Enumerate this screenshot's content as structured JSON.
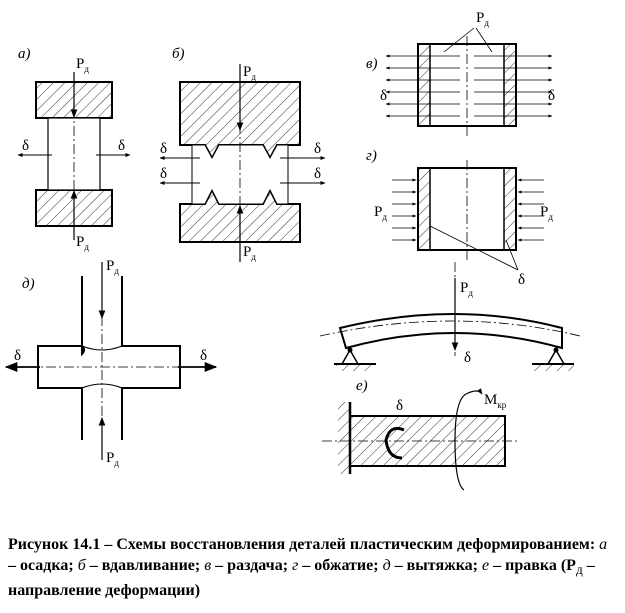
{
  "labels": {
    "a": "а)",
    "b": "б)",
    "v": "в)",
    "g": "г)",
    "d": "д)",
    "e": "е)"
  },
  "symbols": {
    "force": "P",
    "force_sub": "д",
    "delta": "δ",
    "moment": "M",
    "moment_sub": "кр"
  },
  "caption": {
    "title": "Рисунок 14.1 – Схемы восстановления деталей пластическим деформированием:",
    "a_letter": "а",
    "a_text": " – осадка; ",
    "b_letter": "б",
    "b_text": " – вдавливание; ",
    "v_letter": "в",
    "v_text": " – раздача; ",
    "g_letter": "г",
    "g_text": " – обжатие; ",
    "d_letter": "д",
    "d_text": " – выт­яжка; ",
    "e_letter": "е",
    "e_text": " – правка (Р",
    "e_sub": "д",
    "e_end": " – направление деформации)"
  }
}
